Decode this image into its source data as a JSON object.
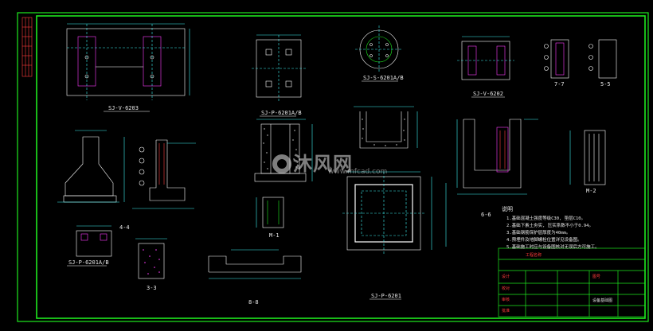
{
  "drawing": {
    "background_color": "#000000",
    "frame_color": "#1ee81e",
    "line_color": "#ffffff",
    "dim_color": "#3cf0f0",
    "accent_color": "#ff3b3b",
    "hatch_color": "#ff3cff"
  },
  "view_titles": {
    "v1": "SJ-V-6203",
    "v2": "SJ-P-6201A/B",
    "v3": "SJ-S-6201A/B",
    "v4": "SJ-V-6202",
    "v5": "SJ-P-6201A/B",
    "v6": "SJ-P-6201"
  },
  "section_labels": {
    "s77": "7-7",
    "s55": "5-5",
    "s44": "4-4",
    "s33": "3-3",
    "s88": "8-8",
    "s66": "6-6",
    "sJ1": "M-1",
    "sJ2": "M-2"
  },
  "notes": {
    "heading": "说明",
    "items": [
      "1.基础混凝土强度等级C30, 垫层C10。",
      "2.基础下素土夯实, 压实系数不小于0.94。",
      "3.基础钢筋保护层厚度为40mm。",
      "4.预埋件及地脚螺栓位置详见设备图。",
      "5.基础施工时应与设备图核对无误后方可施工。"
    ]
  },
  "title_block": {
    "project": "工程名称",
    "drawing_name": "设备基础图",
    "cells": [
      "设计",
      "校对",
      "审核",
      "批准",
      "图号"
    ]
  },
  "watermark": {
    "brand": "沐风网",
    "url": "www.mfcad.com"
  }
}
